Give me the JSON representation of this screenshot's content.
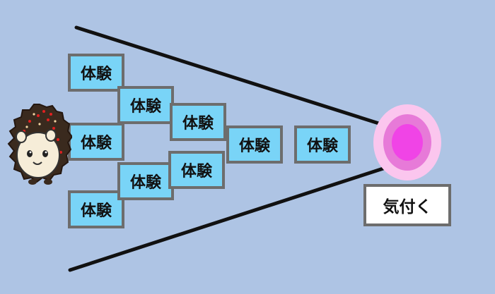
{
  "colors": {
    "background": "#aec4e4",
    "box_fill": "#79d4f7",
    "box_border": "#6d6d6d",
    "funnel_line": "#111111",
    "glow_outer": "#fbc6ee",
    "glow_mid": "#e77ad8",
    "glow_core": "#f044e6"
  },
  "experiences": [
    {
      "label": "体験"
    },
    {
      "label": "体験"
    },
    {
      "label": "体験"
    },
    {
      "label": "体験"
    },
    {
      "label": "体験"
    },
    {
      "label": "体験"
    },
    {
      "label": "体験"
    },
    {
      "label": "体験"
    },
    {
      "label": "体験"
    }
  ],
  "result": {
    "label": "気付く"
  },
  "icons": {
    "character": "hedgehog-icon",
    "focus": "glowing-light-icon"
  }
}
